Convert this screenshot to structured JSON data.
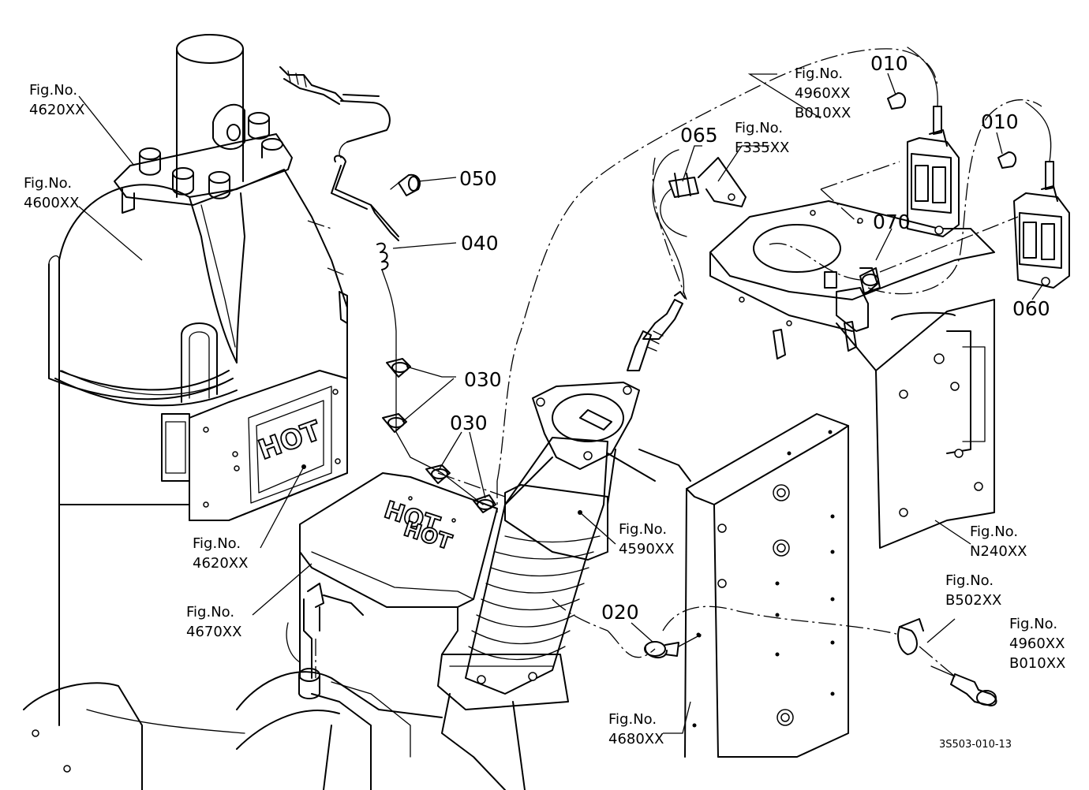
{
  "diagram": {
    "part_labels": {
      "p010a": "010",
      "p010b": "010",
      "p020": "020",
      "p030a": "030",
      "p030b": "030",
      "p040": "040",
      "p050": "050",
      "p060": "060",
      "p065": "065",
      "p070": "070"
    },
    "fig_refs": [
      {
        "id": "f4620a",
        "line1": "Fig.No.",
        "line2": "4620XX"
      },
      {
        "id": "f4600",
        "line1": "Fig.No.",
        "line2": "4600XX"
      },
      {
        "id": "f4960a",
        "line1": "Fig.No.",
        "line2": "4960XX",
        "line3": "B010XX"
      },
      {
        "id": "fF335",
        "line1": "Fig.No.",
        "line2": "F335XX"
      },
      {
        "id": "f4620b",
        "line1": "Fig.No.",
        "line2": "4620XX"
      },
      {
        "id": "f4670",
        "line1": "Fig.No.",
        "line2": "4670XX"
      },
      {
        "id": "f4590",
        "line1": "Fig.No.",
        "line2": "4590XX"
      },
      {
        "id": "fN240",
        "line1": "Fig.No.",
        "line2": "N240XX"
      },
      {
        "id": "fB502",
        "line1": "Fig.No.",
        "line2": "B502XX"
      },
      {
        "id": "f4960b",
        "line1": "Fig.No.",
        "line2": "4960XX",
        "line3": "B010XX"
      },
      {
        "id": "f4680",
        "line1": "Fig.No.",
        "line2": "4680XX"
      }
    ],
    "hot_label": "HOT",
    "drawing_code": "3S503-010-13"
  }
}
